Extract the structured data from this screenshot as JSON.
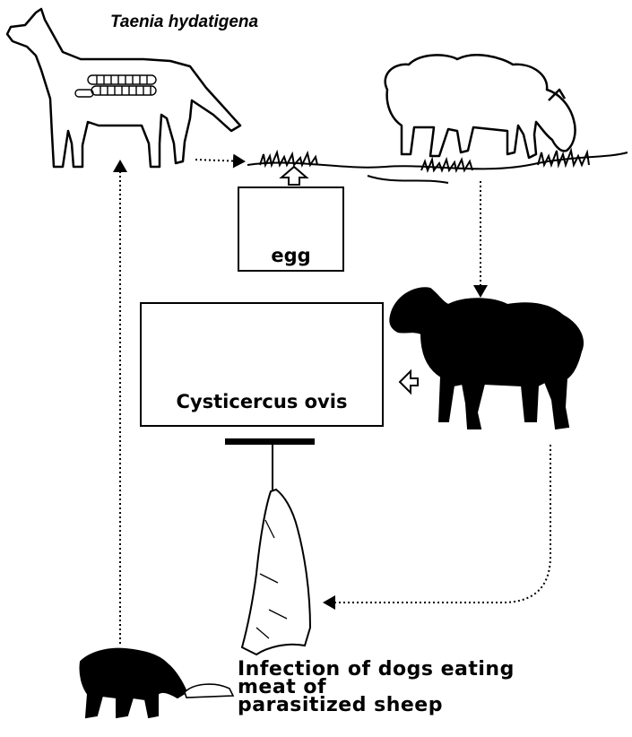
{
  "title": "Taenia hydatigena",
  "egg_label": "egg",
  "cyst_label": "Cysticercus ovis",
  "caption_lines": [
    "Infection of dogs eating",
    "meat of",
    "parasitized sheep"
  ],
  "colors": {
    "ink": "#000000",
    "background": "#ffffff",
    "speckle": "#555555"
  },
  "icons": [
    "dog-icon",
    "tapeworm-icon",
    "sheep-grazing-icon",
    "grass-icon",
    "egg-icon",
    "cysticercus-icon",
    "infected-sheep-icon",
    "hanging-carcass-icon",
    "feeding-dog-icon",
    "meat-scrap-icon",
    "hollow-arrow-icon"
  ]
}
